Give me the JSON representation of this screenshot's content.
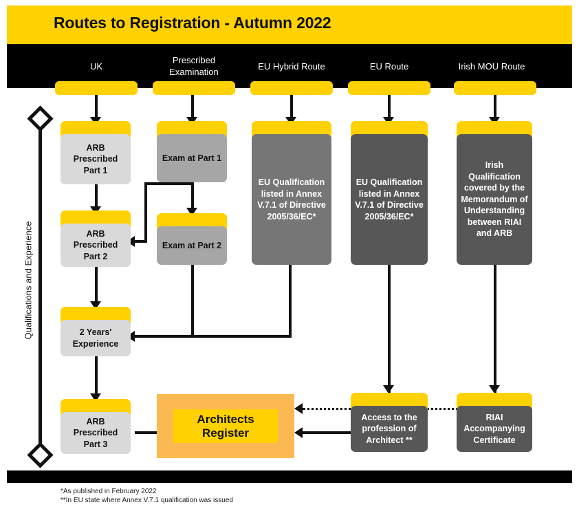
{
  "title": "Routes to Registration - Autumn 2022",
  "columns": [
    {
      "id": "uk",
      "label": "UK"
    },
    {
      "id": "prescribed-examination",
      "label": "Prescribed\nExamination"
    },
    {
      "id": "eu-hybrid-route",
      "label": "EU Hybrid Route"
    },
    {
      "id": "eu-route",
      "label": "EU Route"
    },
    {
      "id": "irish-mou-route",
      "label": "Irish MOU Route"
    }
  ],
  "axis": {
    "label": "Qualifications and Experience"
  },
  "nodes": {
    "arb_part1": "ARB Prescribed Part 1",
    "arb_part2": "ARB Prescribed Part 2",
    "two_years": "2 Years' Experience",
    "arb_part3": "ARB Prescribed Part 3",
    "exam_part1": "Exam at Part 1",
    "exam_part2": "Exam at Part 2",
    "eu_hybrid_qual": "EU Qualification listed in Annex V.7.1 of Directive 2005/36/EC*",
    "eu_qual": "EU Qualification listed in Annex V.7.1 of Directive 2005/36/EC*",
    "irish_qual": "Irish Qualification covered by the Memorandum of Understanding between RIAI and ARB",
    "access_profession": "Access to the profession of Architect **",
    "riai_certificate": "RIAI Accompanying Certificate"
  },
  "register": {
    "label": "Architects Register"
  },
  "footnotes": {
    "one": "*As published in February 2022",
    "two": "**In EU state where Annex V.7.1 qualification was issued"
  },
  "colors": {
    "brand_yellow": "#FFD100",
    "black": "#000000",
    "light_grey": "#D9D9D9",
    "mid_grey": "#A6A6A6",
    "grey": "#767676",
    "dark_grey": "#575757",
    "orange": "#FCB953"
  }
}
